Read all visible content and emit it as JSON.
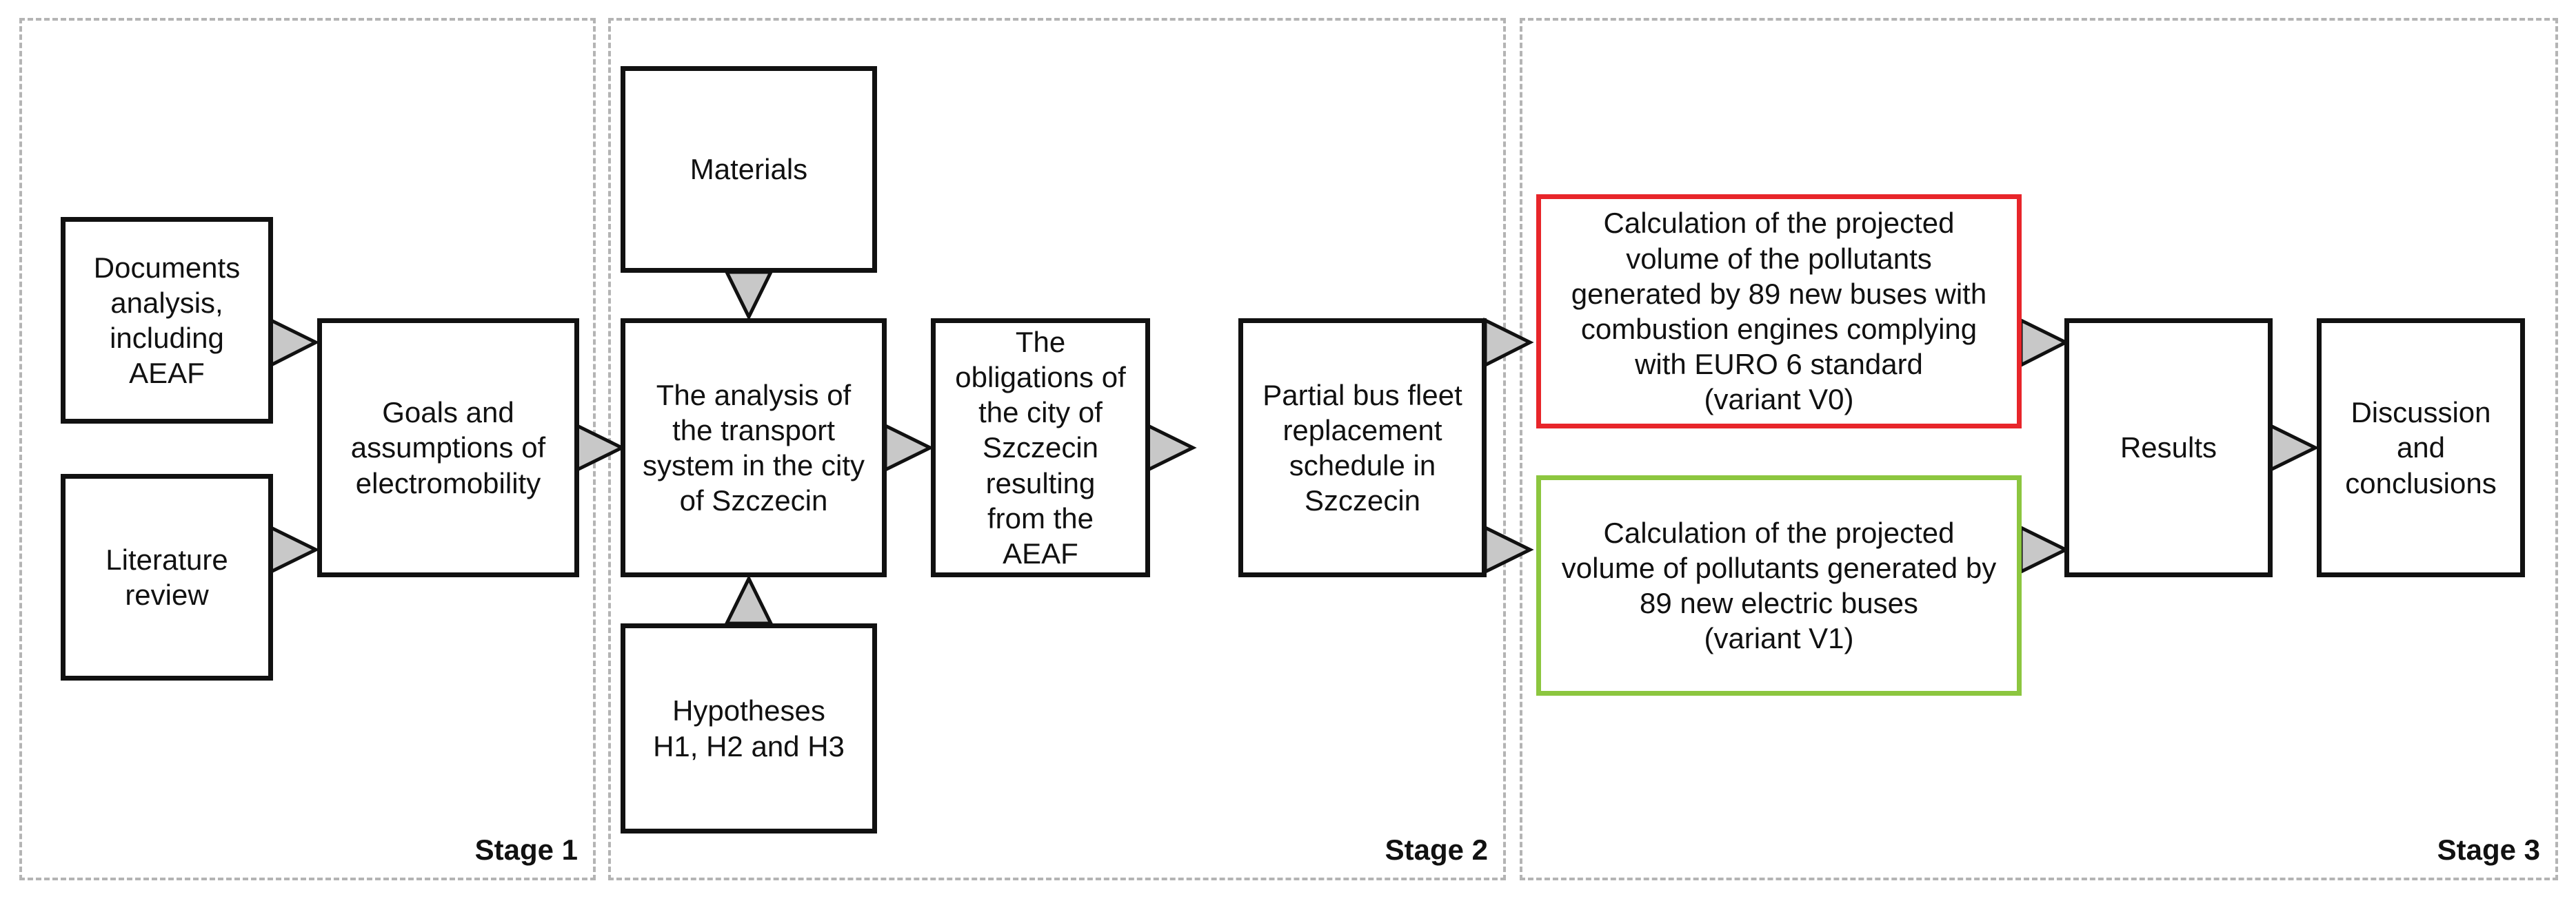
{
  "stages": [
    {
      "label": "Stage 1"
    },
    {
      "label": "Stage 2"
    },
    {
      "label": "Stage 3"
    }
  ],
  "nodes": {
    "documents": "Documents\nanalysis,\nincluding\nAEAF",
    "literature": "Literature\nreview",
    "goals": "Goals and\nassumptions of\nelectromobility",
    "materials": "Materials",
    "analysis": "The analysis of\nthe transport\nsystem in the city\nof Szczecin",
    "hypotheses": "Hypotheses\nH1, H2 and H3",
    "obligations": "The obligations of\nthe city of\nSzczecin resulting\nfrom the AEAF",
    "schedule": "Partial bus fleet\nreplacement\nschedule in\nSzczecin",
    "v0": "Calculation of the projected\nvolume of the pollutants\ngenerated by 89 new buses with\ncombustion engines complying\nwith EURO 6 standard\n(variant V0)",
    "v1": "Calculation of the projected\nvolume of pollutants generated by\n89 new electric buses\n(variant V1)",
    "results": "Results",
    "discussion": "Discussion\nand\nconclusions"
  },
  "colors": {
    "box_border": "#111111",
    "v0_border": "#e8252a",
    "v1_border": "#8cc63f",
    "arrow_fill": "#c8c8c8",
    "stage_border": "#b4b4b4"
  }
}
